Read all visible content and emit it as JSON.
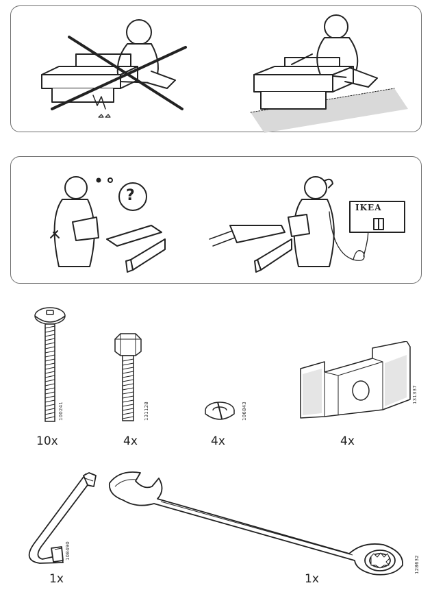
{
  "brand_sign": "IKEA",
  "help_symbol": "?",
  "parts": [
    {
      "name": "long-bolt",
      "article": "100241",
      "quantity": "10x"
    },
    {
      "name": "hex-bolt",
      "article": "131128",
      "quantity": "4x"
    },
    {
      "name": "spring-washer",
      "article": "106843",
      "quantity": "4x"
    },
    {
      "name": "bracket",
      "article": "131337",
      "quantity": "4x"
    },
    {
      "name": "allen-key",
      "article": "108490",
      "quantity": "1x"
    },
    {
      "name": "wrench",
      "article": "128632",
      "quantity": "1x"
    }
  ]
}
